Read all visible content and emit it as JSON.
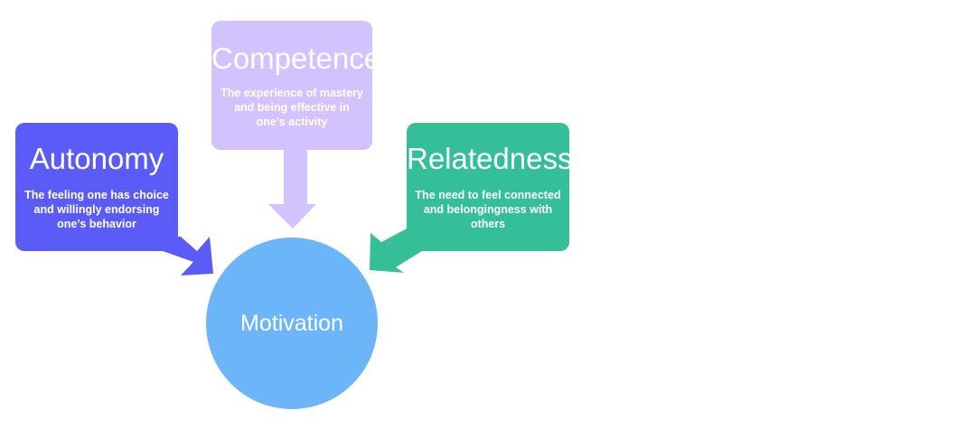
{
  "nodes": {
    "autonomy": {
      "title": "Autonomy",
      "description": "The feeling one has choice and willingly endorsing one’s behavior",
      "color": "#5b5cf7"
    },
    "competence": {
      "title": "Competence",
      "description": "The experience of mastery and being effective in one’s activity",
      "color": "#d2c2ff"
    },
    "relatedness": {
      "title": "Relatedness",
      "description": "The need to feel connected and belongingness with others",
      "color": "#34bf99"
    },
    "motivation": {
      "label": "Motivation",
      "color": "#6db5f9"
    }
  },
  "edges": [
    {
      "from": "autonomy",
      "to": "motivation"
    },
    {
      "from": "competence",
      "to": "motivation"
    },
    {
      "from": "relatedness",
      "to": "motivation"
    }
  ]
}
